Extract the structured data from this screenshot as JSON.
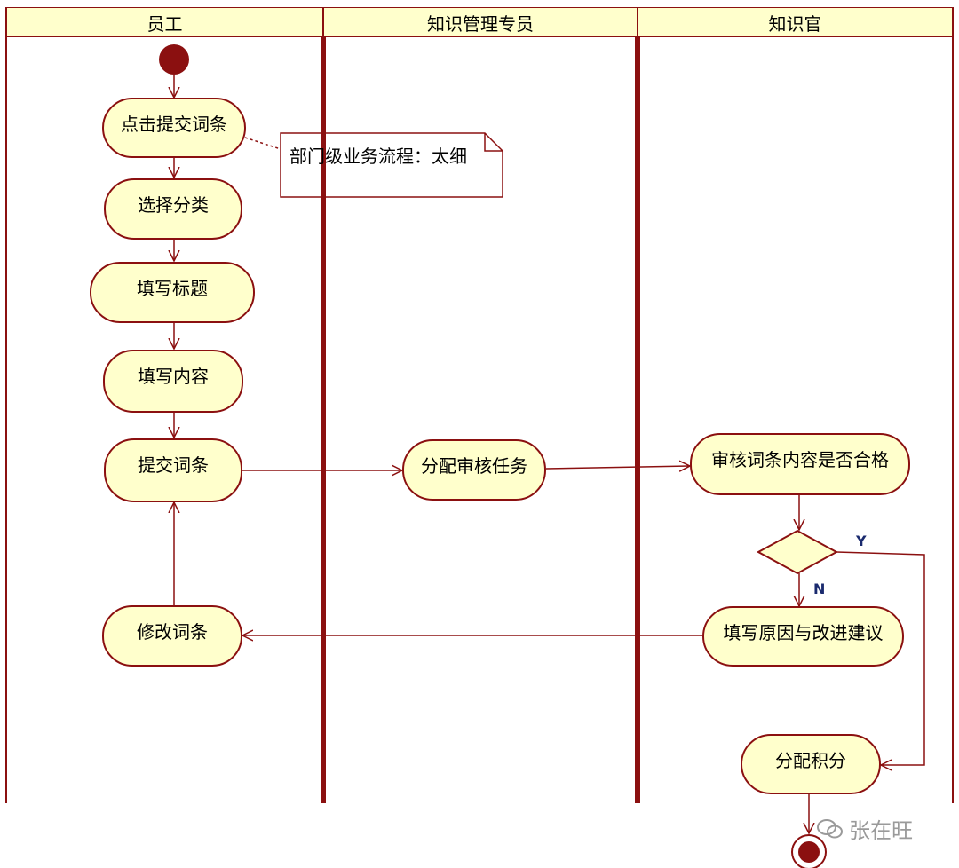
{
  "lanes": [
    "员工",
    "知识管理专员",
    "知识官"
  ],
  "nodes": {
    "click_submit": "点击提交词条",
    "choose_category": "选择分类",
    "fill_title": "填写标题",
    "fill_content": "填写内容",
    "submit_entry": "提交词条",
    "modify_entry": "修改词条",
    "assign_review": "分配审核任务",
    "review_check": "审核词条内容是否合格",
    "fill_reason": "填写原因与改进建议",
    "assign_points": "分配积分"
  },
  "note": "部门级业务流程：太细",
  "guards": {
    "yes": "Y",
    "no": "N"
  },
  "watermark": "张在旺",
  "colors": {
    "line": "#8b1010",
    "fill": "#ffffcc",
    "guard_text": "#1a2a6e",
    "watermark": "#9a9a9a"
  }
}
